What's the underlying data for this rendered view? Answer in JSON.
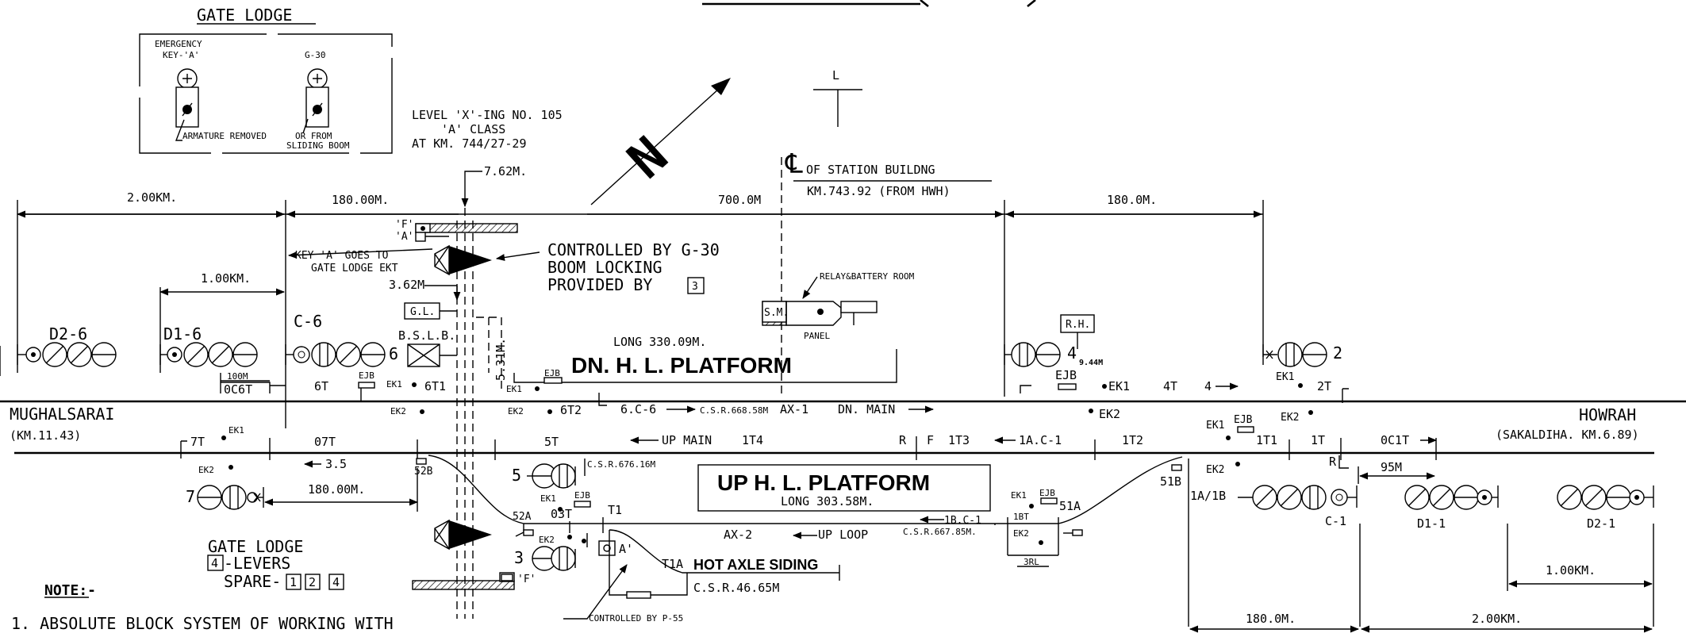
{
  "gate_lodge_top": {
    "title": "GATE LODGE",
    "emergency_key_line1": "EMERGENCY",
    "emergency_key_line2": "KEY-'A'",
    "g30_label": "G-30",
    "armature_removed": "ARMATURE REMOVED",
    "or_from_line1": "OR FROM",
    "or_from_line2": "SLIDING BOOM"
  },
  "level_crossing": {
    "line1": "LEVEL 'X'-ING NO. 105",
    "line2": "'A' CLASS",
    "line3": "AT KM. 744/27-29"
  },
  "north_symbol": "N",
  "l_symbol": "L",
  "station_building": {
    "cl_symbol": "℄",
    "line1": "OF STATION BUILDNG",
    "line2": "KM.743.92 (FROM HWH)"
  },
  "dimensions": {
    "d_2km_left": "2.00KM.",
    "d_180_left": "180.00M.",
    "d_762": "7.62M.",
    "d_700": "700.0M",
    "d_180_right": "180.0M.",
    "d_1km_left": "1.00KM.",
    "d_362": "3.62M",
    "d_531": "5.31M.",
    "d_100m": "100M",
    "d_35": "3.5",
    "d_180_lower": "180.00M.",
    "d_95m": "95M",
    "d_1km_right": "1.00KM.",
    "d_180_bottom": "180.0M.",
    "d_2km_bottom": "2.00KM.",
    "d_944": "9.44M"
  },
  "notes_top": {
    "flag_f": "'F'",
    "flag_a": "'A'",
    "key_a_line1": "KEY 'A' GOES TO",
    "key_a_line2": "GATE LODGE EKT",
    "controlled_line1": "CONTROLLED BY G-30",
    "controlled_line2": "BOOM LOCKING",
    "controlled_line3": "PROVIDED BY",
    "controlled_lever": "3",
    "gl_box": "G.L.",
    "bslb": "B.S.L.B.",
    "sm_box": "S.M.",
    "panel": "PANEL",
    "relay_room": "RELAY&BATTERY ROOM",
    "rh_box": "R.H."
  },
  "platforms": {
    "dn_long": "LONG 330.09M.",
    "dn_name": "DN. H. L. PLATFORM",
    "up_name": "UP H. L. PLATFORM",
    "up_long": "LONG 303.58M."
  },
  "stations": {
    "left_name": "MUGHALSARAI",
    "left_km": "(KM.11.43)",
    "right_name": "HOWRAH",
    "right_km": "(SAKALDIHA. KM.6.89)"
  },
  "signals": {
    "d2_6": "D2-6",
    "d1_6": "D1-6",
    "c_6": "C-6",
    "six": "6",
    "four": "4",
    "two": "2",
    "seven": "7",
    "five": "5",
    "three": "3",
    "c_1": "C-1",
    "d1_1": "D1-1",
    "d2_1": "D2-1",
    "a1b": "1A/1B"
  },
  "tracks": {
    "t_0c6t": "0C6T",
    "t_6t": "6T",
    "t_6t1": "6T1",
    "t_6t2": "6T2",
    "t_6c6": "6.C-6",
    "t_csr66858": "C.S.R.668.58M",
    "t_ax1": "AX-1",
    "t_dn_main": "DN. MAIN",
    "t_4t": "4T",
    "t_4": "4",
    "t_2t": "2T",
    "t_7t": "7T",
    "t_07t": "07T",
    "t_5t": "5T",
    "t_up_main": "UP MAIN",
    "t_1t4": "1T4",
    "t_r1": "R",
    "t_f": "F",
    "t_1t3": "1T3",
    "t_1ac1": "1A.C-1",
    "t_1t2": "1T2",
    "t_1t1": "1T1",
    "t_1t": "1T",
    "t_0c1t": "0C1T",
    "t_r2": "R",
    "t_52b": "52B",
    "t_52a": "52A",
    "t_03t": "03T",
    "t_t1": "T1",
    "t_t1a": "T1A",
    "t_a": "A'",
    "t_csr67616": "C.S.R.676.16M",
    "t_ax2": "AX-2",
    "t_up_loop": "UP LOOP",
    "t_1bc1": "1B.C-1",
    "t_csr66785": "C.S.R.667.85M.",
    "t_1bt": "1BT",
    "t_3rl": "3RL",
    "t_51a": "51A",
    "t_51b": "51B",
    "t_hot_axle": "HOT AXLE SIDING",
    "t_csr4665": "C.S.R.46.65M",
    "t_ctrl_p55": "CONTROLLED BY P-55",
    "t_f2": "'F'"
  },
  "equipment": {
    "ejb": "EJB",
    "ek1": "EK1",
    "ek2": "EK2"
  },
  "gate_lodge_bottom": {
    "title": "GATE LODGE",
    "levers_num": "4",
    "levers_text": "-LEVERS",
    "spare": "SPARE-",
    "spare1": "1",
    "spare2": "2",
    "spare3": "4"
  },
  "note": {
    "heading": "NOTE:-",
    "item1": "1. ABSOLUTE BLOCK SYSTEM OF WORKING WITH"
  }
}
